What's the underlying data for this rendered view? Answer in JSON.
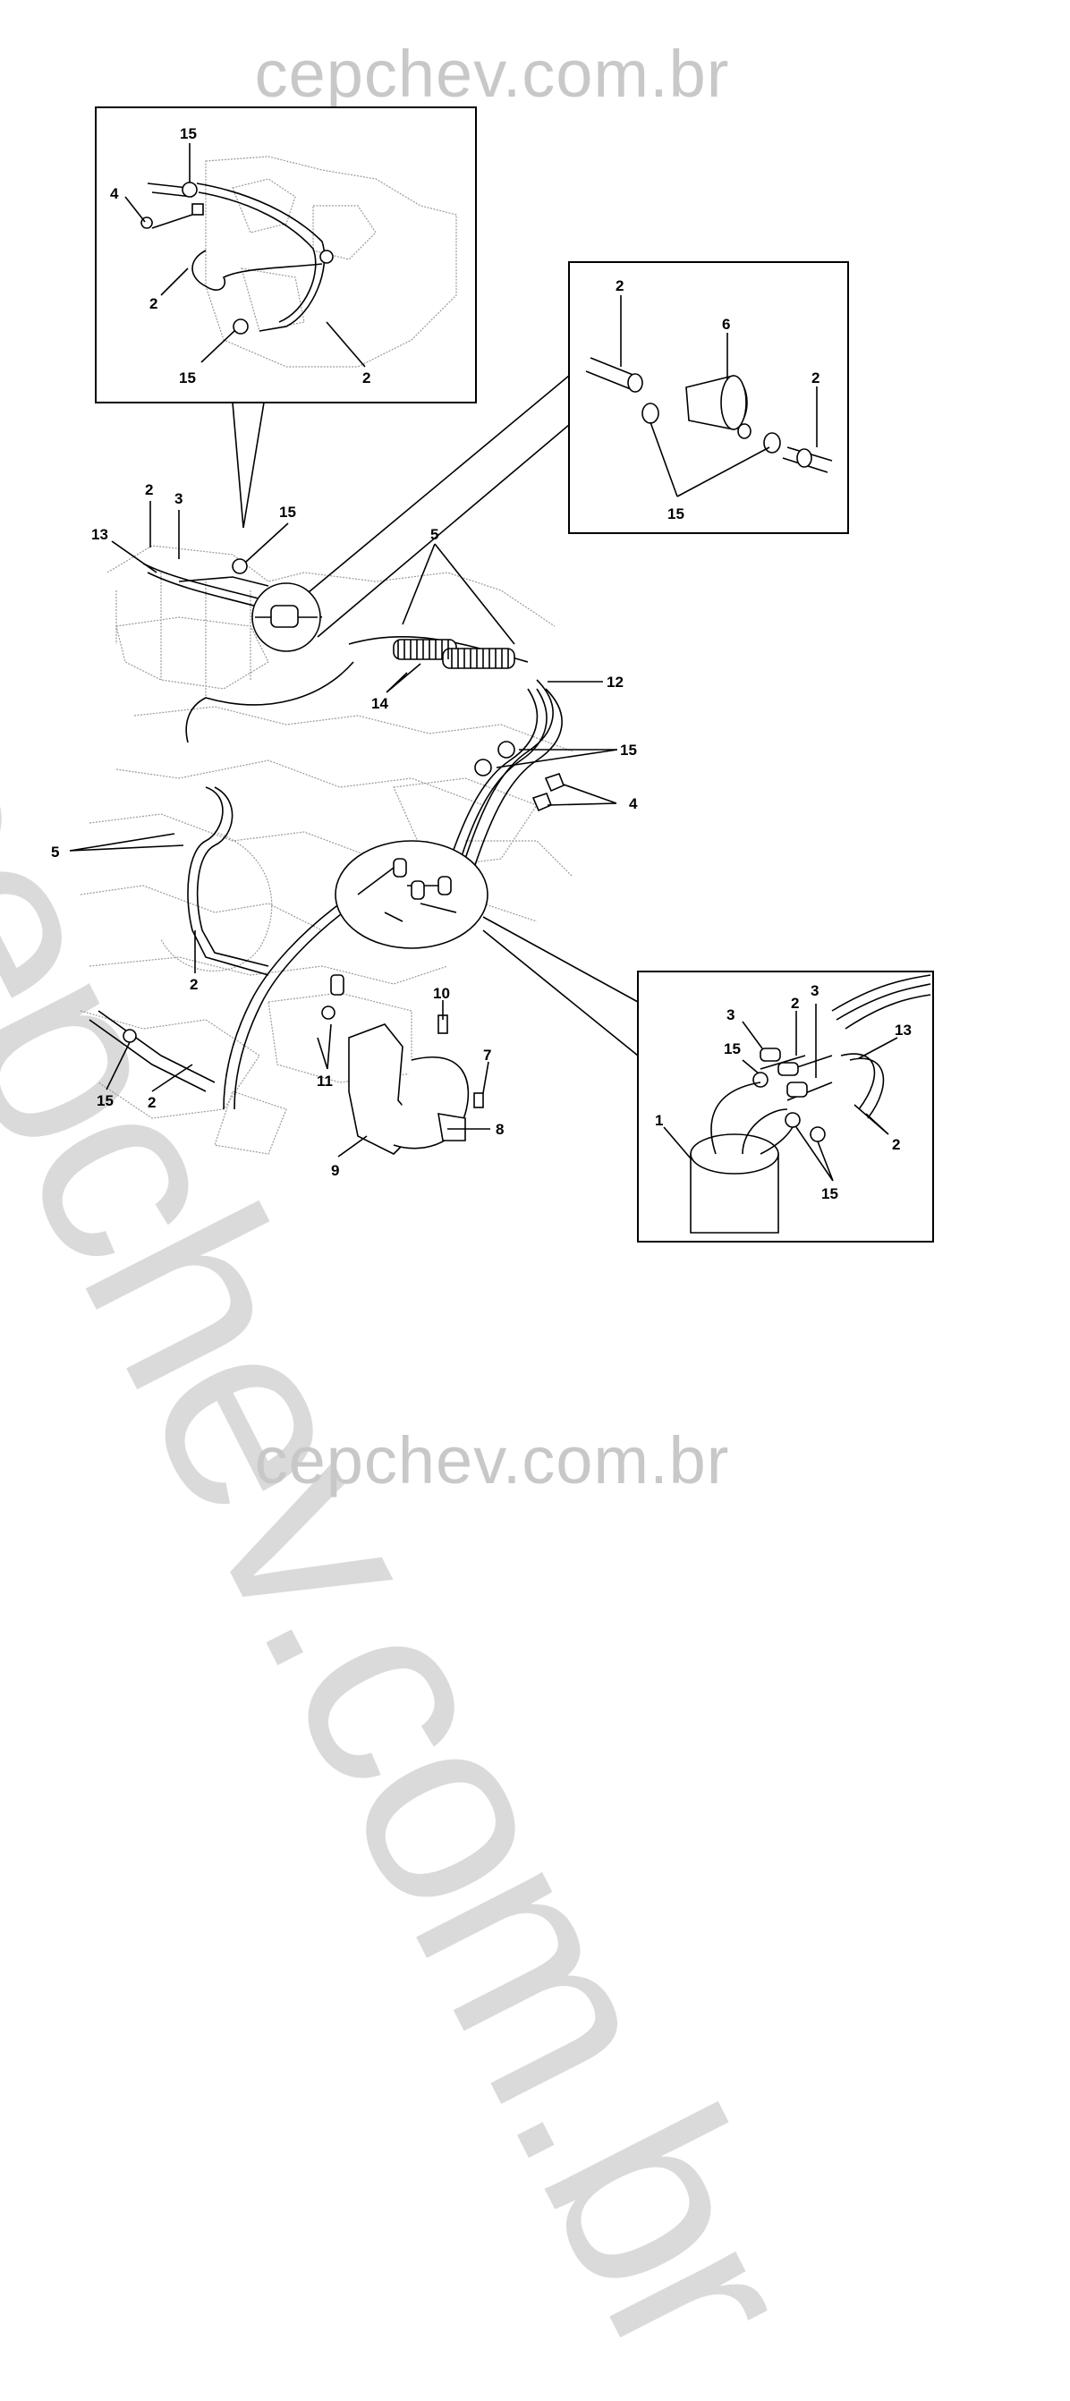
{
  "watermark": {
    "top": "cepchev.com.br",
    "bottom": "cepchev.com.br",
    "diagonal": "cepchev.com.br"
  },
  "callouts": {
    "inset_top_left": [
      "15",
      "4",
      "2",
      "15",
      "2"
    ],
    "inset_filter": [
      "2",
      "6",
      "2",
      "15"
    ],
    "inset_bottom_right": [
      "3",
      "2",
      "3",
      "13",
      "15",
      "1",
      "2",
      "15"
    ],
    "main": [
      "2",
      "3",
      "13",
      "15",
      "5",
      "12",
      "14",
      "15",
      "4",
      "5",
      "2",
      "10",
      "7",
      "11",
      "15",
      "2",
      "8",
      "9"
    ]
  },
  "colors": {
    "line": "#000000",
    "engine_detail": "#9a9a9a",
    "watermark": "#c8c8c8"
  }
}
